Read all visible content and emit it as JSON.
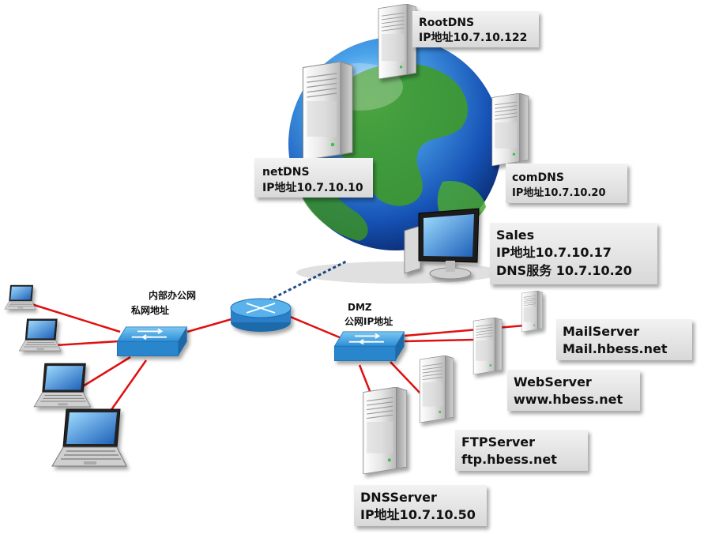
{
  "diagram": {
    "internal_zone": {
      "line1": "内部办公网",
      "line2": "私网地址"
    },
    "dmz_zone": {
      "line1": "DMZ",
      "line2": "公网IP地址"
    },
    "labels": {
      "rootdns": {
        "line1": "RootDNS",
        "line2": "IP地址10.7.10.122"
      },
      "netdns": {
        "line1": "netDNS",
        "line2": "IP地址10.7.10.10"
      },
      "comdns": {
        "line1": "comDNS",
        "line2": "IP地址10.7.10.20"
      },
      "sales": {
        "line1": "Sales",
        "line2": "IP地址10.7.10.17",
        "line3": "DNS服务 10.7.10.20"
      },
      "mailserver": {
        "line1": "MailServer",
        "line2": "Mail.hbess.net"
      },
      "webserver": {
        "line1": "WebServer",
        "line2": "www.hbess.net"
      },
      "ftpserver": {
        "line1": "FTPServer",
        "line2": "ftp.hbess.net"
      },
      "dnsserver": {
        "line1": "DNSServer",
        "line2": "IP地址10.7.10.50"
      }
    },
    "colors": {
      "link": "#e01010",
      "wan_link": "#1f4e8c",
      "switch": "#2c8fd6",
      "router": "#2b7fc8",
      "label_box": "#e4e4e4",
      "ocean": "#1a5fc0",
      "land": "#3f9b2a"
    }
  }
}
